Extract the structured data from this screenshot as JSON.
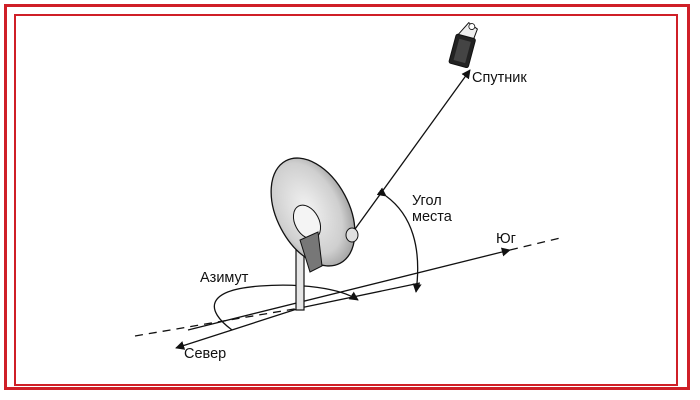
{
  "labels": {
    "satellite": "Спутник",
    "elevation_line1": "Угол",
    "elevation_line2": "места",
    "south": "Юг",
    "azimuth": "Азимут",
    "north": "Север"
  },
  "colors": {
    "frame": "#cf1f27",
    "ink": "#111111",
    "dish_fill": "#d6d6d6"
  }
}
